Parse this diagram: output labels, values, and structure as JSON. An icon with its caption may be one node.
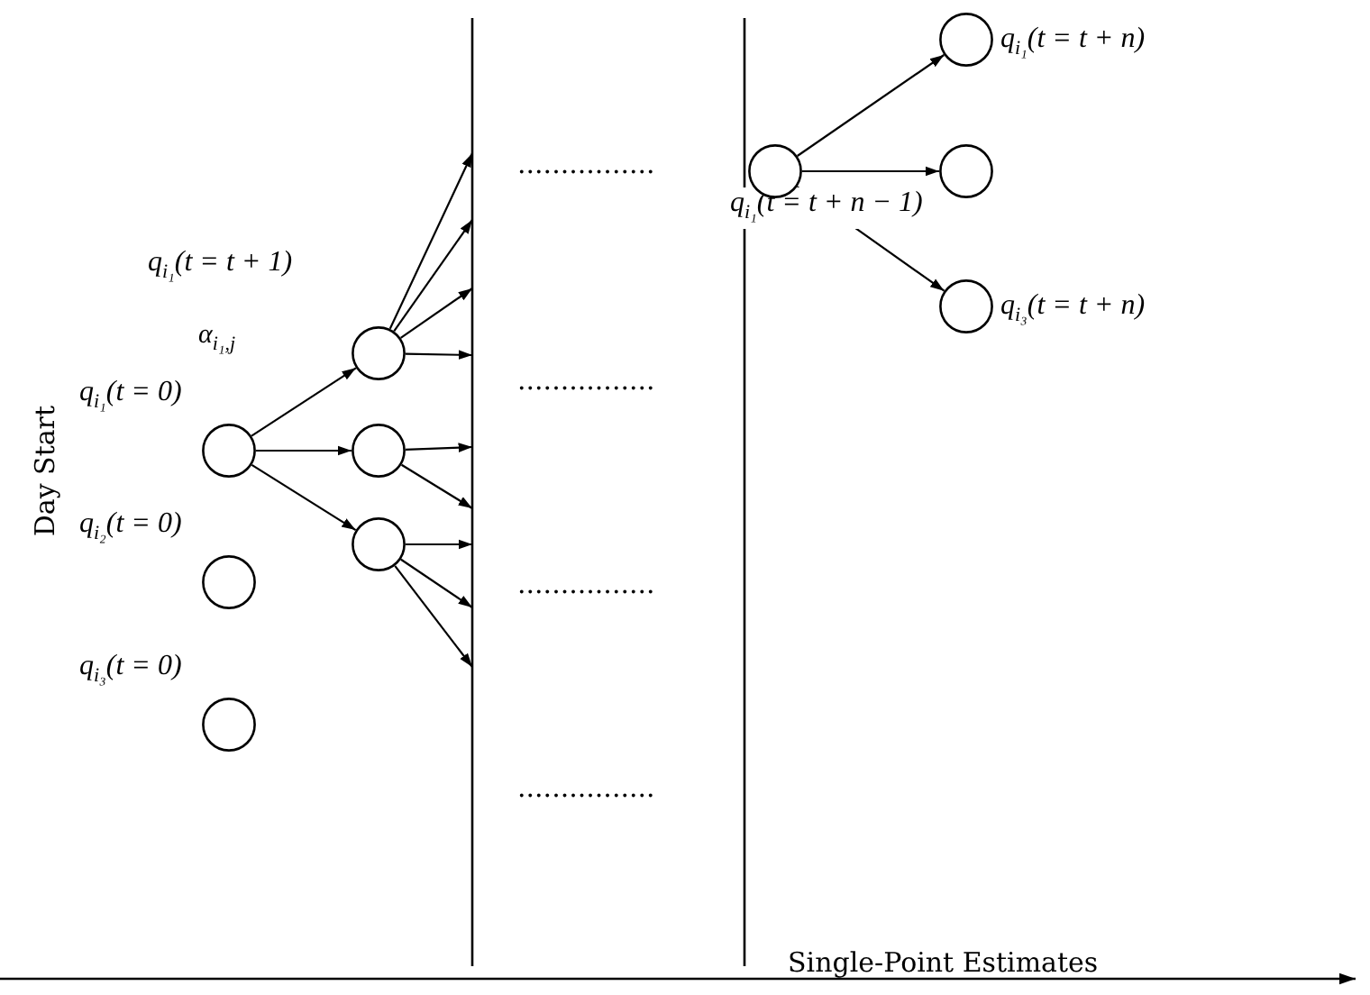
{
  "diagram": {
    "nodes": [
      {
        "text": [],
        "shape": "circle",
        "beside": [
          "q$_{i₁}$(t = 0)"
        ]
      },
      {
        "text": [],
        "shape": "circle",
        "beside": [
          "q$_{i₂}$(t = 0)"
        ]
      },
      {
        "text": [],
        "shape": "circle",
        "beside": [
          "q$_{i₃}$(t = 0)"
        ]
      },
      {
        "text": [],
        "shape": "circle"
      },
      {
        "text": [],
        "shape": "circle"
      },
      {
        "text": [],
        "shape": "circle"
      },
      {
        "text": [],
        "shape": "circle",
        "beside": [
          "q$_{i₁}$(t = t + n − 1)"
        ]
      },
      {
        "text": [],
        "shape": "circle",
        "beside": [
          "q$_{i₁}$(t = t + n)"
        ]
      },
      {
        "text": [],
        "shape": "circle"
      },
      {
        "text": [],
        "shape": "circle",
        "beside": [
          "q$_{i₃}$(t = t + n)"
        ]
      }
    ],
    "edges": [
      {
        "from": 0,
        "to": 3,
        "arrow": "to",
        "label": "α$_{i₁,j}$"
      },
      {
        "from": 0,
        "to": 4,
        "arrow": "to"
      },
      {
        "from": 0,
        "to": 5,
        "arrow": "to"
      },
      {
        "from": 3,
        "to": null,
        "arrow": "to"
      },
      {
        "from": 3,
        "to": null,
        "arrow": "to"
      },
      {
        "from": 3,
        "to": null,
        "arrow": "to"
      },
      {
        "from": 3,
        "to": null,
        "arrow": "to"
      },
      {
        "from": 4,
        "to": null,
        "arrow": "to"
      },
      {
        "from": 4,
        "to": null,
        "arrow": "to"
      },
      {
        "from": 5,
        "to": null,
        "arrow": "to"
      },
      {
        "from": 5,
        "to": null,
        "arrow": "to"
      },
      {
        "from": 5,
        "to": null,
        "arrow": "to"
      },
      {
        "from": 6,
        "to": 7,
        "arrow": "to"
      },
      {
        "from": 6,
        "to": 8,
        "arrow": "to"
      },
      {
        "from": 6,
        "to": 9,
        "arrow": "to"
      }
    ],
    "labels": [
      "q$_{i₁}$(t = t + 1)",
      "Day Start",
      "................",
      "................",
      "................",
      "................",
      "Single-Point Estimates"
    ]
  }
}
